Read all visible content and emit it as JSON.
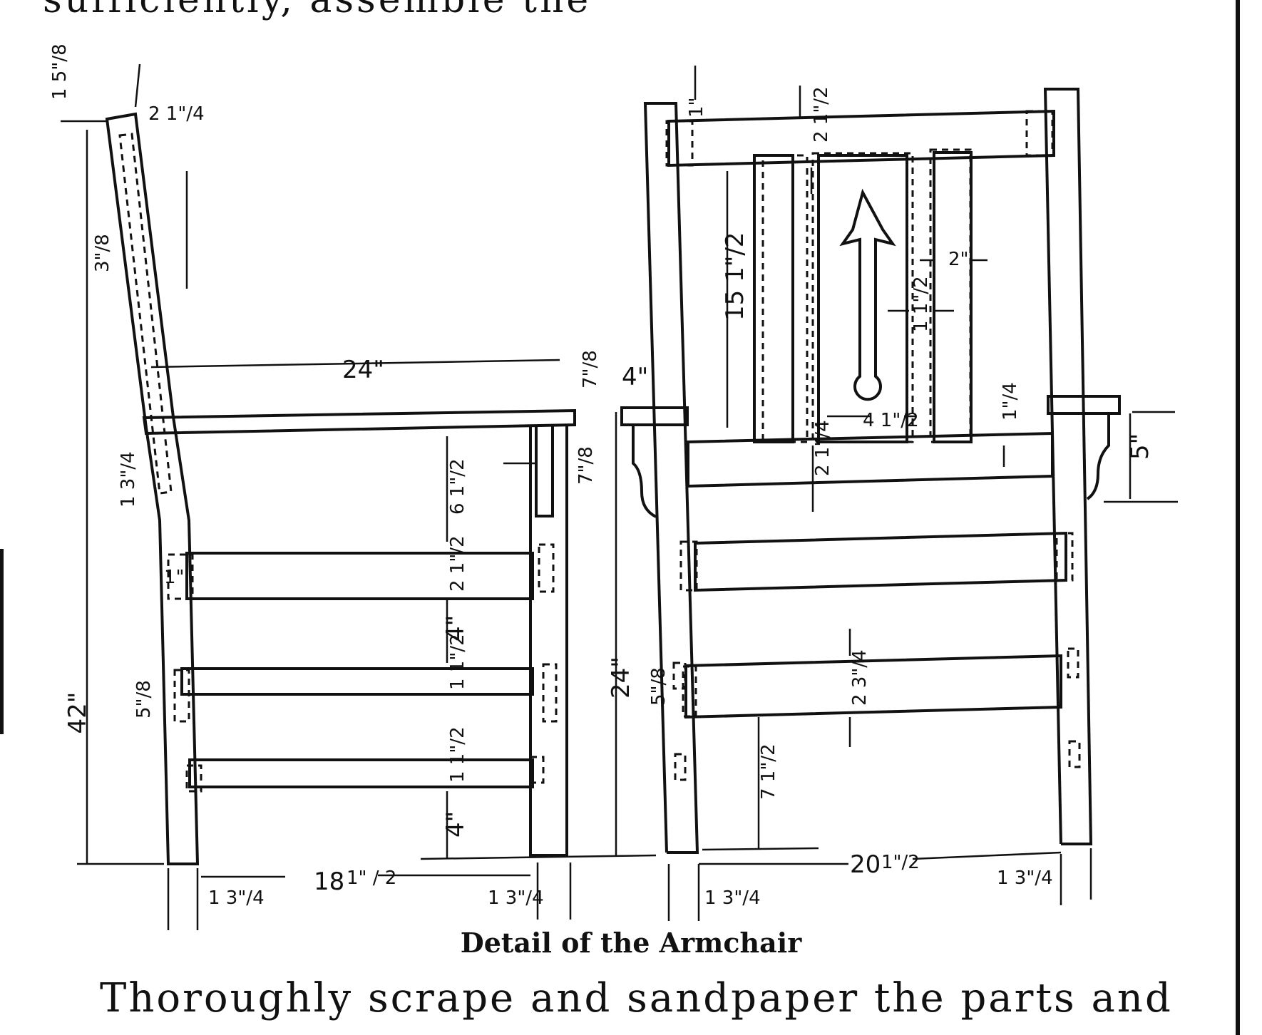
{
  "page": {
    "top_text_fragment": "sufficiently, assemble the",
    "caption": "Detail of the Armchair",
    "bottom_text": "Thoroughly scrape and sandpaper the parts and"
  },
  "side_view": {
    "overall_height": "42\"",
    "arm_length": "24\"",
    "seat_depth_whole": "18",
    "seat_depth_frac": "1\" / 2",
    "back_top_thickness": "1 5\"/8",
    "back_top_width": "2 1\"/4",
    "back_post_3_8": "3\"/8",
    "back_post_lower": "1 3\"/4",
    "arm_to_rail": "6 1\"/2",
    "top_rail": "2 1\"/2",
    "tenon": "1\"",
    "rail_spacing_1": "4\"",
    "side_rail_mid": "1 1\"/2",
    "side_tenon_5_8": "5\"/8",
    "lower_rail": "1 1\"/2",
    "floor_gap": "4\"",
    "arm_tenon_7_8": "7\"/8",
    "front_leg_left": "1 3\"/4",
    "front_leg_right": "1 3\"/4",
    "arm_thickness": "7\"/8"
  },
  "front_view": {
    "arm_overhang": "4\"",
    "seat_height": "24\"",
    "top_rail": "2 1\"/2",
    "top_tenon": "1\"",
    "back_panel_height": "15 1\"/2",
    "slat_width": "2\"",
    "slat_narrow": "1 1\"/2",
    "slat_spacing": "4 1\"/2",
    "slat_gap": "1\"/4",
    "seat_rail": "2 1\"/4",
    "arm_bracket": "5\"",
    "lower_rail": "2 3\"/4",
    "rail_tenon": "5\"/8",
    "floor_gap": "7 1\"/2",
    "width_whole": "20",
    "width_frac": "1\"/2",
    "leg_left": "1 3\"/4",
    "leg_right": "1 3\"/4"
  }
}
